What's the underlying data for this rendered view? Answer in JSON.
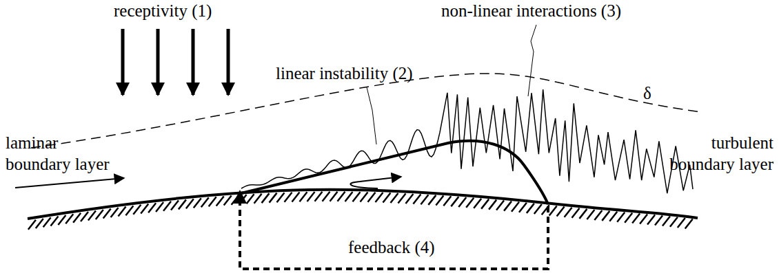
{
  "diagram": {
    "labels": [
      "receptivity (1)",
      "non-linear interactions (3)",
      "linear instability (2)",
      "δ",
      "laminar boundary layer",
      "turbulent boundary layer",
      "feedback (4)"
    ]
  }
}
